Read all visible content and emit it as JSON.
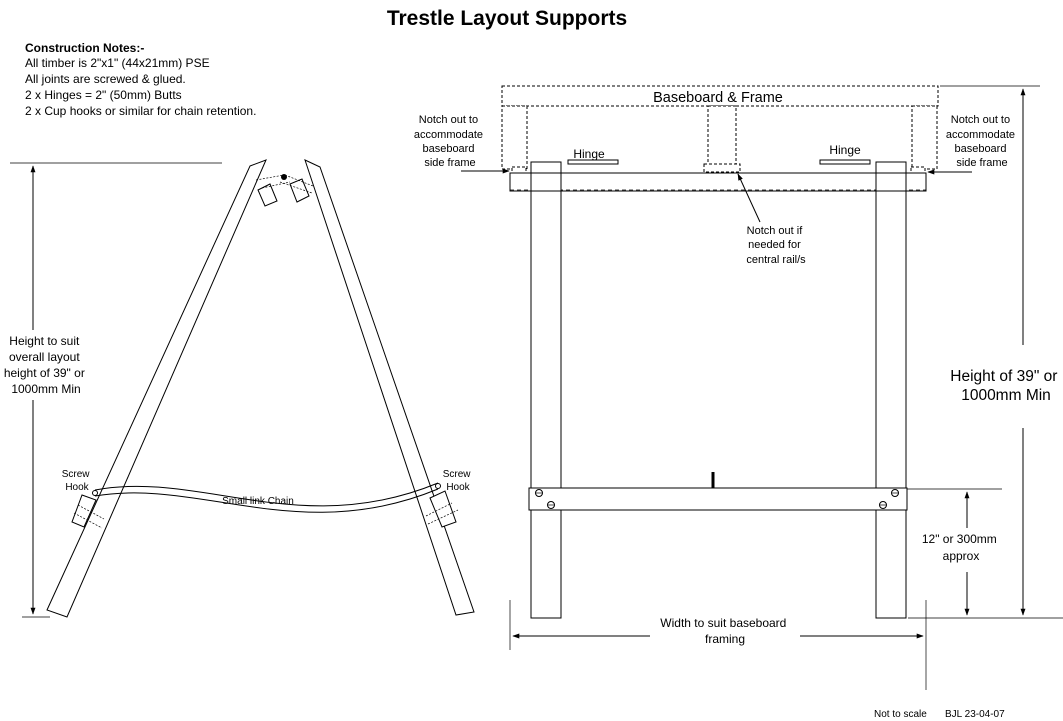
{
  "title": "Trestle Layout Supports",
  "notes": {
    "heading": "Construction Notes:-",
    "lines": [
      "All timber is 2\"x1\"  (44x21mm) PSE",
      "All joints are screwed & glued.",
      "2 x Hinges = 2\" (50mm) Butts",
      "2 x Cup hooks or similar for chain retention."
    ]
  },
  "side_view": {
    "height_label": [
      "Height to suit",
      "overall layout",
      "height of 39\" or",
      "1000mm Min"
    ],
    "screw_hook_left": [
      "Screw",
      "Hook"
    ],
    "screw_hook_right": [
      "Screw",
      "Hook"
    ],
    "chain_label": "Small link Chain"
  },
  "front_view": {
    "baseboard_label": "Baseboard & Frame",
    "notch_left": [
      "Notch out to",
      "accommodate",
      "baseboard",
      "side frame"
    ],
    "notch_right": [
      "Notch out to",
      "accommodate",
      "baseboard",
      "side frame"
    ],
    "hinge_left": "Hinge",
    "hinge_right": "Hinge",
    "notch_center": [
      "Notch out if",
      "needed for",
      "central rail/s"
    ],
    "height_label": [
      "Height of 39\" or",
      "1000mm Min"
    ],
    "rail_height_label": [
      "12\" or 300mm",
      "approx"
    ],
    "width_label": [
      "Width to suit baseboard",
      "framing"
    ]
  },
  "footer": {
    "scale": "Not to scale",
    "ref": "BJL 23-04-07"
  }
}
